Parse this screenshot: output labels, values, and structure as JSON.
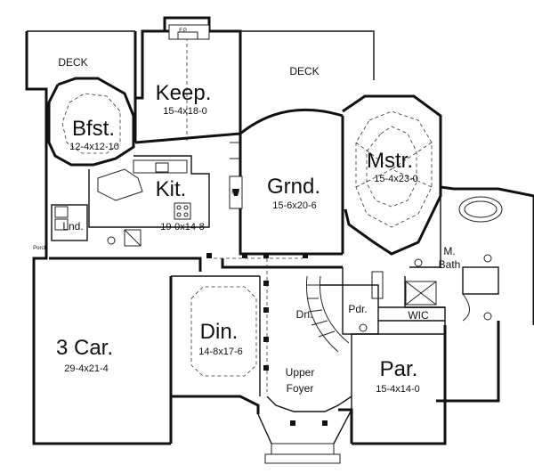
{
  "rooms": {
    "deck_left": {
      "name": "DECK"
    },
    "deck_right": {
      "name": "DECK"
    },
    "keep": {
      "name": "Keep.",
      "dims": "15-4x18-0"
    },
    "bfst": {
      "name": "Bfst.",
      "dims": "12-4x12-10"
    },
    "kit": {
      "name": "Kit.",
      "dims": "19-0x14-8"
    },
    "grnd": {
      "name": "Grnd.",
      "dims": "15-6x20-6"
    },
    "mstr": {
      "name": "Mstr.",
      "dims": "15-4x23-0"
    },
    "mbath": {
      "name": "M.\nBath",
      "line1": "M.",
      "line2": "Bath"
    },
    "lnd": {
      "name": "Lnd."
    },
    "garage": {
      "name": "3 Car.",
      "dims": "29-4x21-4"
    },
    "din": {
      "name": "Din.",
      "dims": "14-8x17-6"
    },
    "dn": {
      "name": "Dn."
    },
    "pdr": {
      "name": "Pdr."
    },
    "wic": {
      "name": "WIC"
    },
    "foyer": {
      "line1": "Upper",
      "line2": "Foyer"
    },
    "par": {
      "name": "Par.",
      "dims": "15-4x14-0"
    }
  },
  "small_labels": {
    "fp": "F.P.",
    "porch": "Porch"
  },
  "colors": {
    "walls": "#111111",
    "background": "#ffffff"
  }
}
